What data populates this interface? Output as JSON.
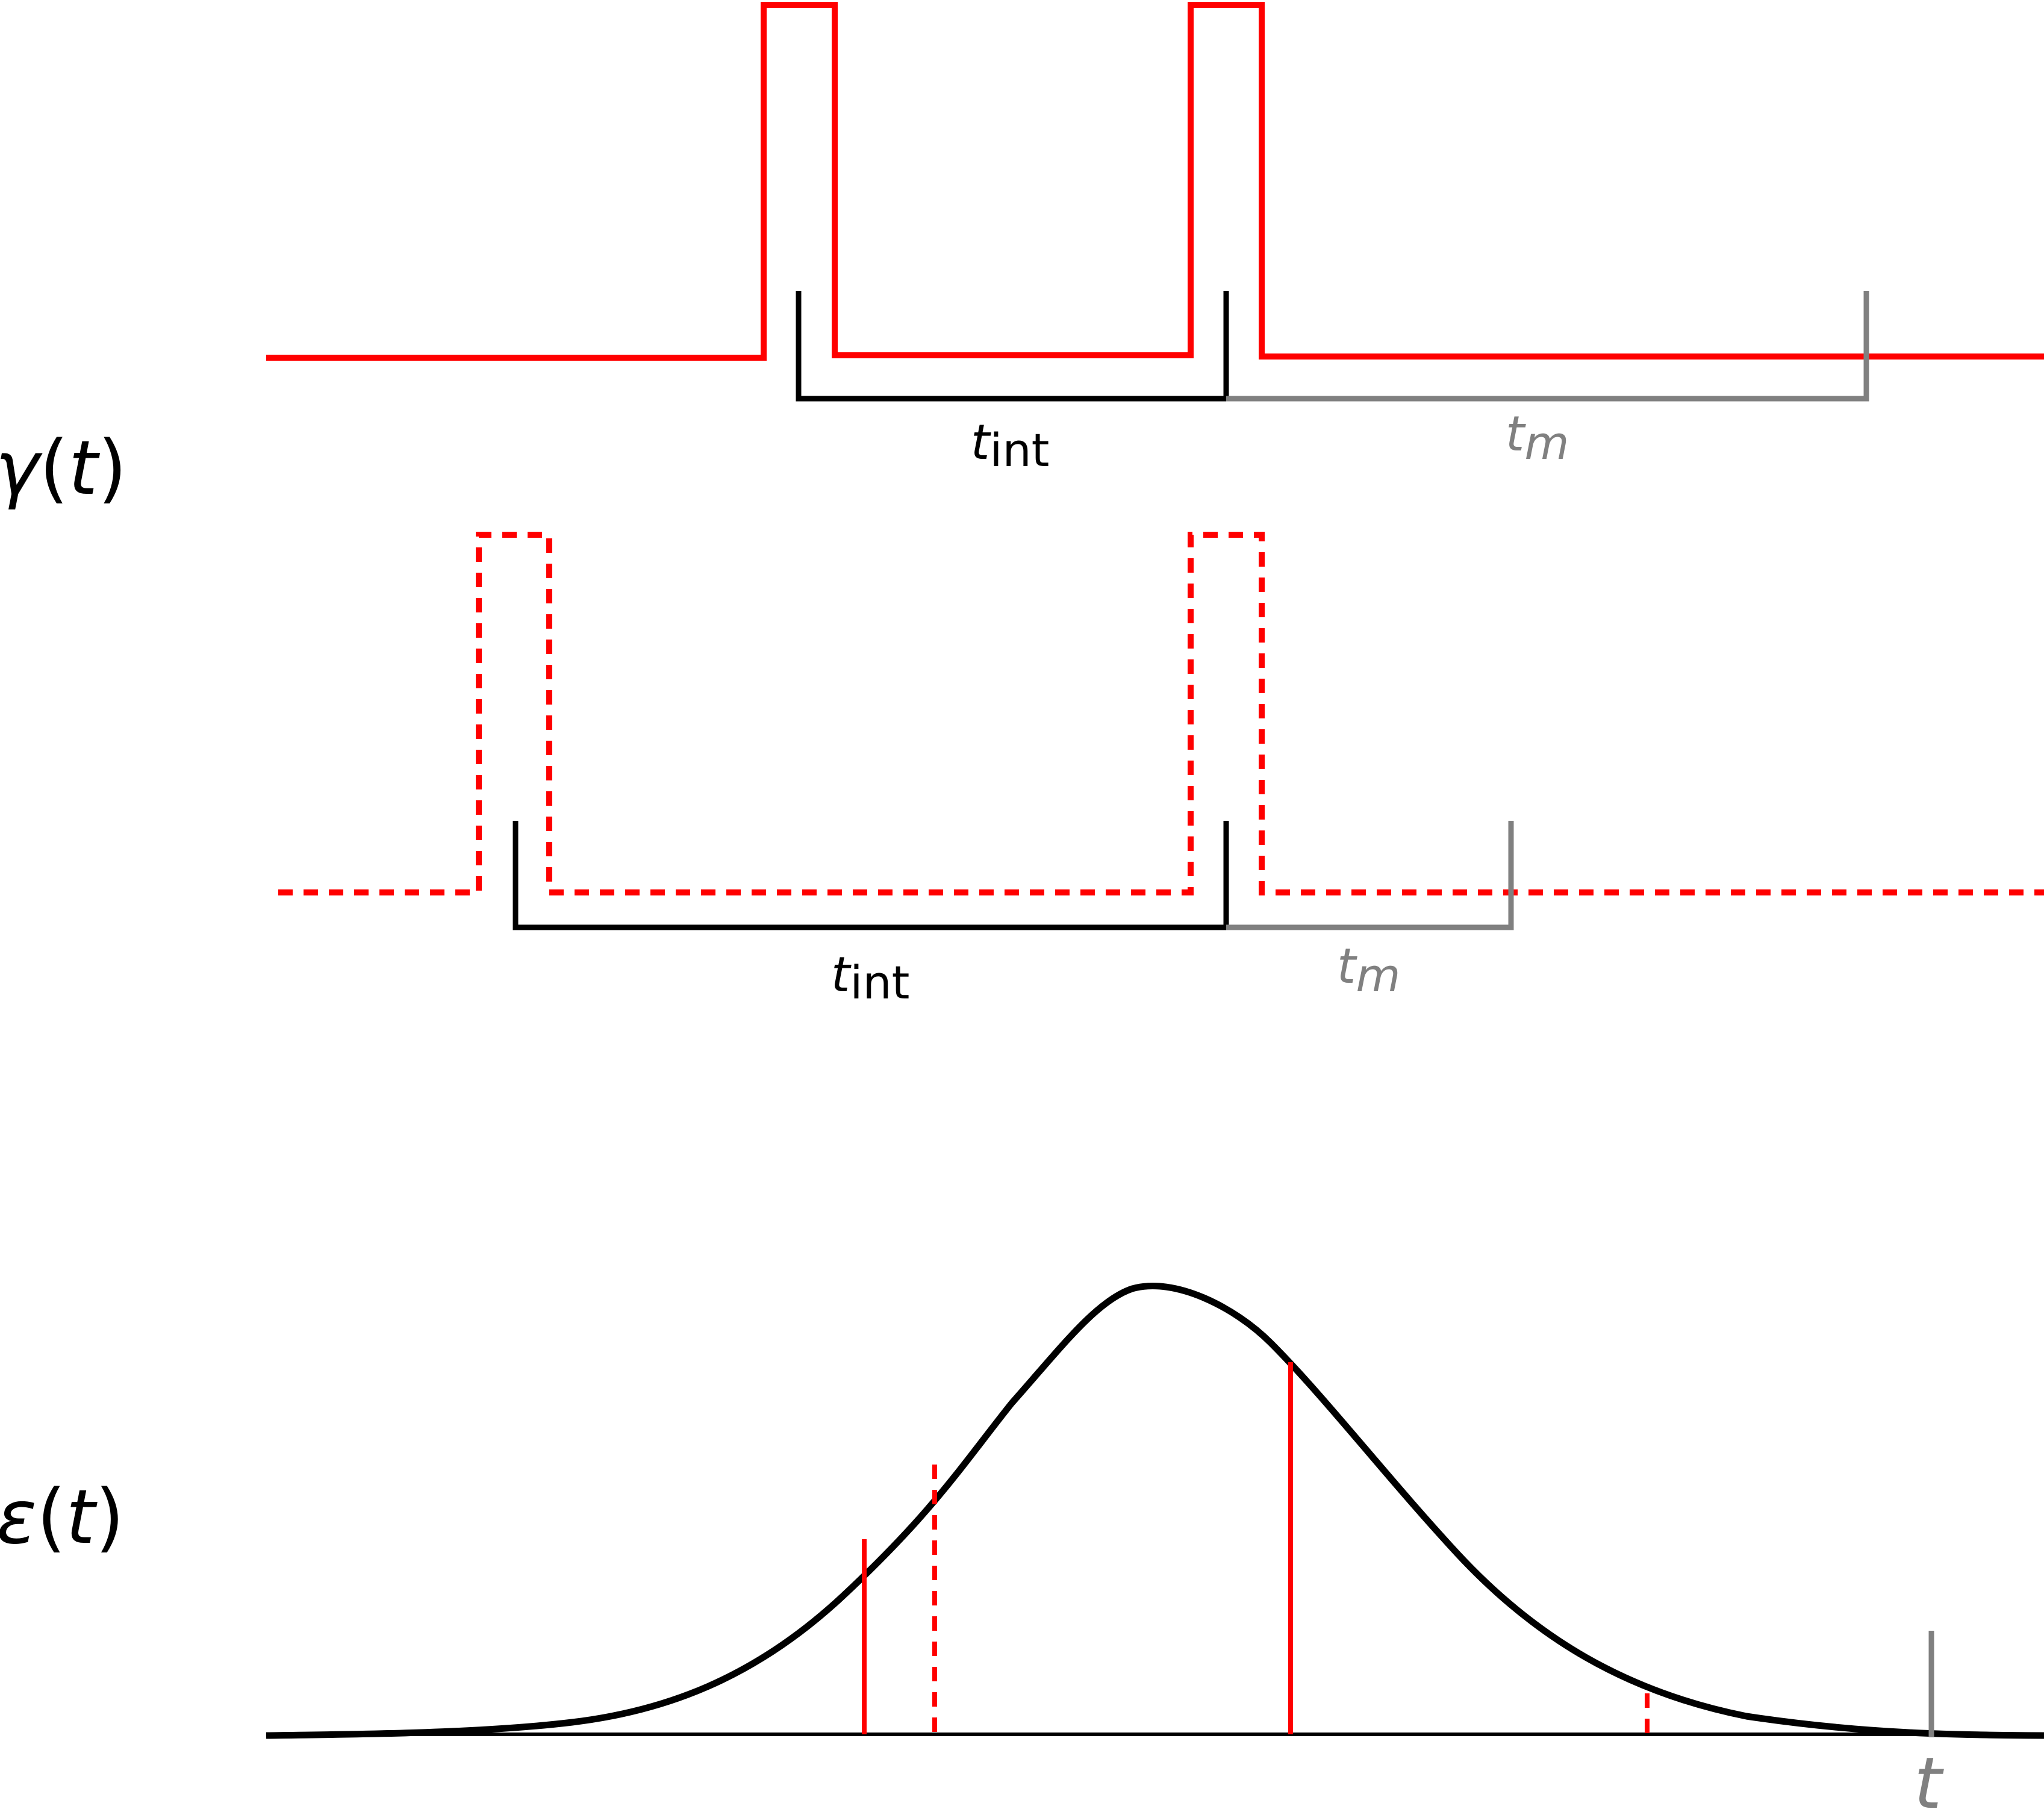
{
  "labels": {
    "gamma_func": "γ",
    "epsilon_func": "ε",
    "t_var": "t",
    "open_paren": "(",
    "close_paren": ")",
    "t_int_base": "t",
    "t_int_sub": "int",
    "t_m_base": "t",
    "t_m_sub": "m",
    "axis_t": "t"
  },
  "colors": {
    "pulse": "#ff0000",
    "interval": "#000000",
    "measurement": "#808080",
    "curve": "#000000"
  }
}
